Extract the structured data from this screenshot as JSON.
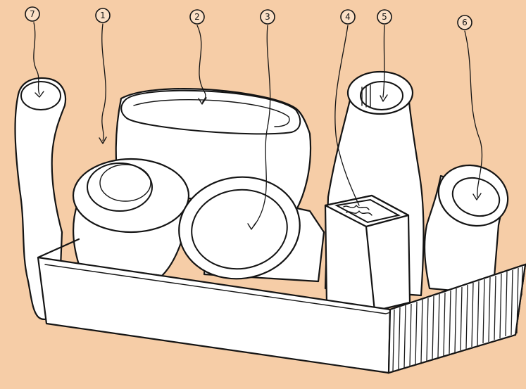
{
  "colors": {
    "background": "#f6cda7",
    "ink": "#141414",
    "fill": "#ffffff"
  },
  "labels": [
    {
      "id": "tube-7",
      "text": "7"
    },
    {
      "id": "drum-1",
      "text": "1"
    },
    {
      "id": "block-2",
      "text": "2"
    },
    {
      "id": "ring-3",
      "text": "3"
    },
    {
      "id": "square-4",
      "text": "4"
    },
    {
      "id": "cone-5",
      "text": "5"
    },
    {
      "id": "cylinder-6",
      "text": "6"
    }
  ]
}
